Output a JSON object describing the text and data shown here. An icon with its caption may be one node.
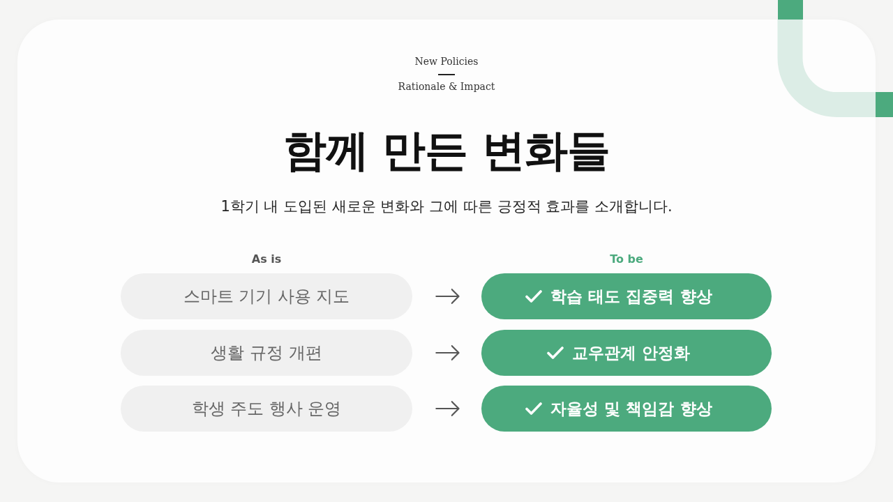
{
  "diagram": {
    "title": "함께 만든 변화들",
    "nodes": [
      {
        "text": [
          "스마트 기기 사용 지도"
        ]
      },
      {
        "text": [
          "학습 태도 집중력 향상"
        ]
      },
      {
        "text": [
          "생활 규정 개편"
        ]
      },
      {
        "text": [
          "교우관계 안정화"
        ]
      },
      {
        "text": [
          "학생 주도 행사 운영"
        ]
      },
      {
        "text": [
          "자율성 및 책임감 향상"
        ]
      }
    ],
    "edges": [
      {
        "from": 0,
        "to": 1,
        "arrow": "to"
      },
      {
        "from": 2,
        "to": 3,
        "arrow": "to"
      },
      {
        "from": 4,
        "to": 5,
        "arrow": "to"
      }
    ],
    "labels": [
      "New Policies",
      "Rationale & Impact",
      "1학기 내 도입된 새로운 변화와 그에 따른 긍정적 효과를 소개합니다.",
      "As is",
      "To be"
    ]
  }
}
